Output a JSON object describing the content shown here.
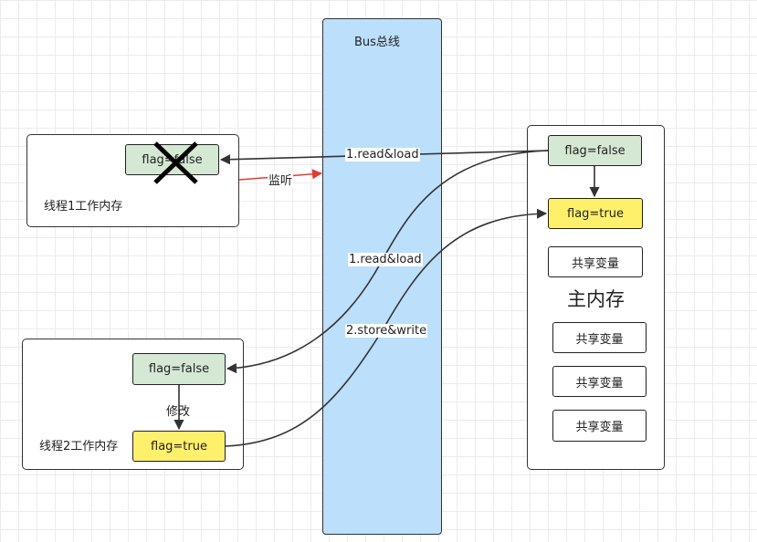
{
  "bus": {
    "title": "Bus总线"
  },
  "thread1": {
    "title": "线程1工作内存",
    "flag": "flag=false"
  },
  "thread2": {
    "title": "线程2工作内存",
    "flag_top": "flag=false",
    "flag_bottom": "flag=true",
    "modify_label": "修改"
  },
  "main_memory": {
    "title": "主内存",
    "flag_top": "flag=false",
    "flag_bottom": "flag=true",
    "shared_vars": [
      "共享变量",
      "共享变量",
      "共享变量",
      "共享变量"
    ]
  },
  "edges": {
    "read_load_1": "1.read&load",
    "read_load_2": "1.read&load",
    "store_write": "2.store&write",
    "listen": "监听"
  },
  "colors": {
    "bus": "#bcdffb",
    "flag_false": "#d5e8d4",
    "flag_true": "#fff06b",
    "listen_arrow": "#e53935",
    "cross": "#000000"
  }
}
